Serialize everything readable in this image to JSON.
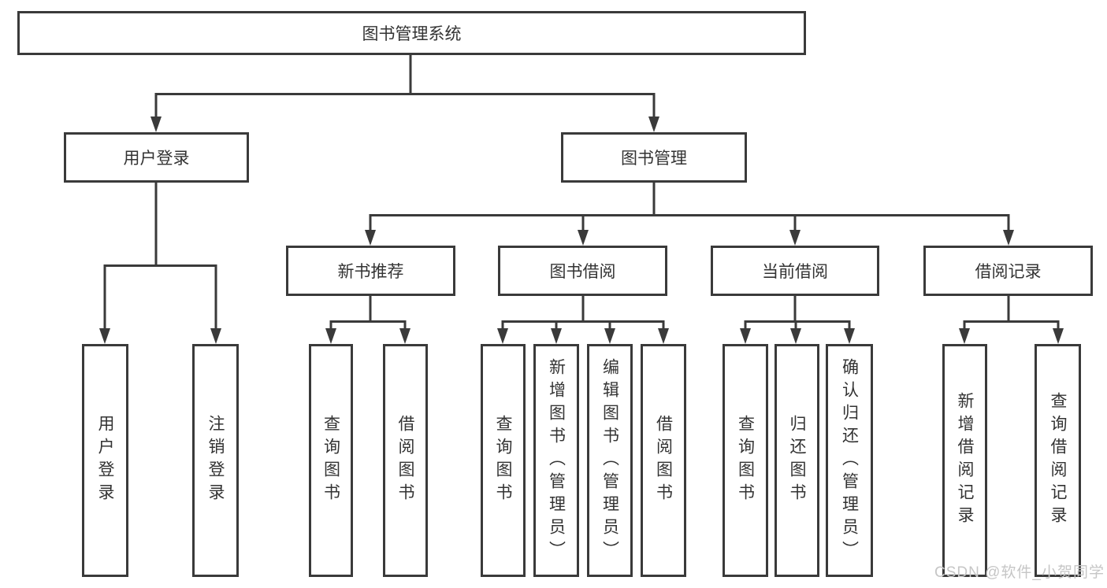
{
  "colors": {
    "line": "#3a3a3a",
    "text": "#333333",
    "boxbg": "#ffffff",
    "watermark": "#c6c6c6"
  },
  "tree": {
    "label": "图书管理系统",
    "children": [
      {
        "label": "用户登录",
        "children": [
          {
            "label": "用户登录"
          },
          {
            "label": "注销登录"
          }
        ]
      },
      {
        "label": "图书管理",
        "children": [
          {
            "label": "新书推荐",
            "children": [
              {
                "label": "查询图书"
              },
              {
                "label": "借阅图书"
              }
            ]
          },
          {
            "label": "图书借阅",
            "children": [
              {
                "label": "查询图书"
              },
              {
                "label": "新增图书（管理员）"
              },
              {
                "label": "编辑图书（管理员）"
              },
              {
                "label": "借阅图书"
              }
            ]
          },
          {
            "label": "当前借阅",
            "children": [
              {
                "label": "查询图书"
              },
              {
                "label": "归还图书"
              },
              {
                "label": "确认归还（管理员）"
              }
            ]
          },
          {
            "label": "借阅记录",
            "children": [
              {
                "label": "新增借阅记录"
              },
              {
                "label": "查询借阅记录"
              }
            ]
          }
        ]
      }
    ]
  },
  "watermark": {
    "text": "CSDN @软件_小贺同学"
  }
}
